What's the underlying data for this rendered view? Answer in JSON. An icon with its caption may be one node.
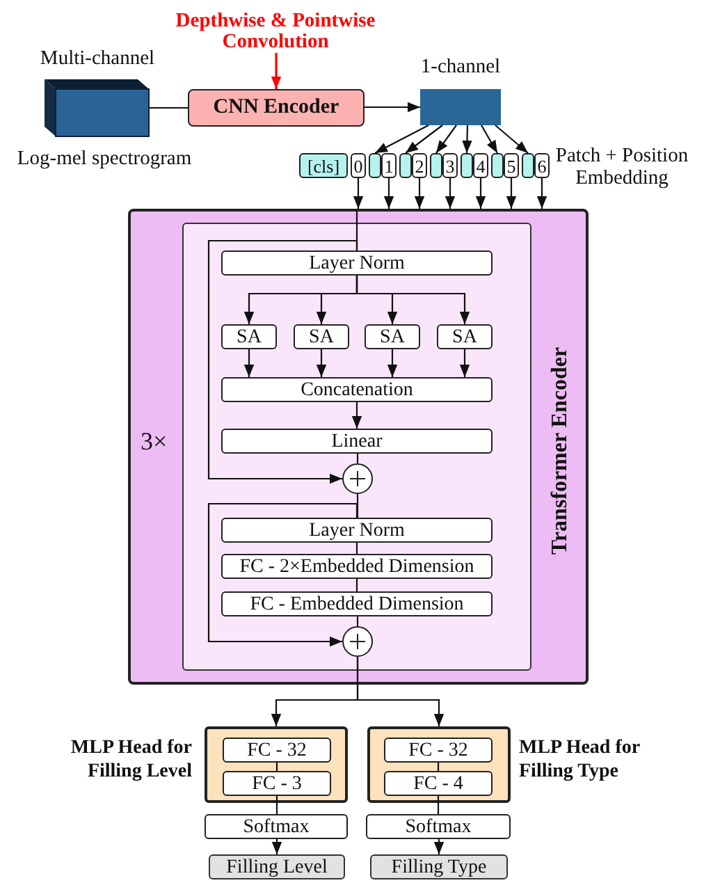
{
  "diagram": {
    "nodes": [
      {
        "text": [
          "Depthwise & Pointwise Convolution"
        ]
      },
      {
        "text": [],
        "shape": "box",
        "beside": [
          "Multi-channel",
          "Log-mel spectrogram"
        ]
      },
      {
        "text": [
          "CNN Encoder"
        ]
      },
      {
        "text": [],
        "shape": "box",
        "beside": [
          "1-channel"
        ]
      },
      {
        "text": [
          "[cls]"
        ]
      },
      {
        "text": [
          "0"
        ]
      },
      {
        "text": [],
        "shape": "box"
      },
      {
        "text": [
          "1"
        ]
      },
      {
        "text": [],
        "shape": "box"
      },
      {
        "text": [
          "2"
        ]
      },
      {
        "text": [],
        "shape": "box"
      },
      {
        "text": [
          "3"
        ]
      },
      {
        "text": [],
        "shape": "box"
      },
      {
        "text": [
          "4"
        ]
      },
      {
        "text": [],
        "shape": "box"
      },
      {
        "text": [
          "5"
        ]
      },
      {
        "text": [],
        "shape": "box"
      },
      {
        "text": [
          "6"
        ]
      },
      {
        "text": [
          "3×",
          "Transformer Encoder"
        ]
      },
      {
        "text": [],
        "shape": "box",
        "in": 18
      },
      {
        "text": [
          "Layer Norm"
        ],
        "in": 19
      },
      {
        "text": [
          "SA"
        ],
        "in": 19
      },
      {
        "text": [
          "SA"
        ],
        "in": 19
      },
      {
        "text": [
          "SA"
        ],
        "in": 19
      },
      {
        "text": [
          "SA"
        ],
        "in": 19
      },
      {
        "text": [
          "Concatenation"
        ],
        "in": 19
      },
      {
        "text": [
          "Linear"
        ],
        "in": 19
      },
      {
        "text": [],
        "shape": "circle",
        "in": 19
      },
      {
        "text": [
          "Layer Norm"
        ],
        "in": 19
      },
      {
        "text": [
          "FC - 2×Embedded Dimension"
        ],
        "in": 19
      },
      {
        "text": [
          "FC - Embedded Dimension"
        ],
        "in": 19
      },
      {
        "text": [],
        "shape": "circle",
        "in": 19
      },
      {
        "text": [
          "MLP Head for Filling Level"
        ]
      },
      {
        "text": [
          "FC - 32"
        ],
        "in": 32
      },
      {
        "text": [
          "FC - 3"
        ],
        "in": 32
      },
      {
        "text": [
          "Softmax"
        ]
      },
      {
        "text": [
          "Filling Level"
        ]
      },
      {
        "text": [
          "MLP Head for Filling Type"
        ]
      },
      {
        "text": [
          "FC - 32"
        ],
        "in": 37
      },
      {
        "text": [
          "FC - 4"
        ],
        "in": 37
      },
      {
        "text": [
          "Softmax"
        ]
      },
      {
        "text": [
          "Filling Type"
        ]
      }
    ],
    "edges": [
      {
        "from": 0,
        "to": 2,
        "arrow": "to",
        "color": "#ff0000"
      },
      {
        "from": 1,
        "to": 2,
        "arrow": "none"
      },
      {
        "from": 2,
        "to": 3,
        "arrow": "to"
      },
      {
        "from": 3,
        "to": 6,
        "arrow": "to"
      },
      {
        "from": 3,
        "to": 8,
        "arrow": "to"
      },
      {
        "from": 3,
        "to": 10,
        "arrow": "to"
      },
      {
        "from": 3,
        "to": 12,
        "arrow": "to"
      },
      {
        "from": 3,
        "to": 14,
        "arrow": "to"
      },
      {
        "from": 3,
        "to": 16,
        "arrow": "to"
      },
      {
        "from": 5,
        "to": 18,
        "arrow": "to"
      },
      {
        "from": 7,
        "to": 18,
        "arrow": "to"
      },
      {
        "from": 9,
        "to": 18,
        "arrow": "to"
      },
      {
        "from": 11,
        "to": 18,
        "arrow": "to"
      },
      {
        "from": 13,
        "to": 18,
        "arrow": "to"
      },
      {
        "from": 15,
        "to": 18,
        "arrow": "to"
      },
      {
        "from": 17,
        "to": 18,
        "arrow": "to"
      },
      {
        "from": 18,
        "to": 20,
        "arrow": "none"
      },
      {
        "from": 20,
        "to": 27,
        "arrow": "to"
      },
      {
        "from": 20,
        "to": 21,
        "arrow": "to"
      },
      {
        "from": 20,
        "to": 22,
        "arrow": "to"
      },
      {
        "from": 20,
        "to": 23,
        "arrow": "to"
      },
      {
        "from": 20,
        "to": 24,
        "arrow": "to"
      },
      {
        "from": 21,
        "to": 25,
        "arrow": "to"
      },
      {
        "from": 22,
        "to": 25,
        "arrow": "to"
      },
      {
        "from": 23,
        "to": 25,
        "arrow": "to"
      },
      {
        "from": 24,
        "to": 25,
        "arrow": "to"
      },
      {
        "from": 25,
        "to": 26,
        "arrow": "to"
      },
      {
        "from": 26,
        "to": 27,
        "arrow": "none"
      },
      {
        "from": 27,
        "to": 28,
        "arrow": "none"
      },
      {
        "from": 28,
        "to": 31,
        "arrow": "to"
      },
      {
        "from": 28,
        "to": 29,
        "arrow": "none"
      },
      {
        "from": 29,
        "to": 30,
        "arrow": "none"
      },
      {
        "from": 30,
        "to": 31,
        "arrow": "none"
      },
      {
        "from": 31,
        "to": 32,
        "arrow": "to"
      },
      {
        "from": 31,
        "to": 37,
        "arrow": "to"
      },
      {
        "from": 33,
        "to": 34,
        "arrow": "none"
      },
      {
        "from": 34,
        "to": 35,
        "arrow": "none"
      },
      {
        "from": 35,
        "to": 36,
        "arrow": "to"
      },
      {
        "from": 38,
        "to": 39,
        "arrow": "none"
      },
      {
        "from": 39,
        "to": 40,
        "arrow": "none"
      },
      {
        "from": 40,
        "to": 41,
        "arrow": "to"
      }
    ],
    "labels": [
      "Patch + Position Embedding"
    ]
  }
}
